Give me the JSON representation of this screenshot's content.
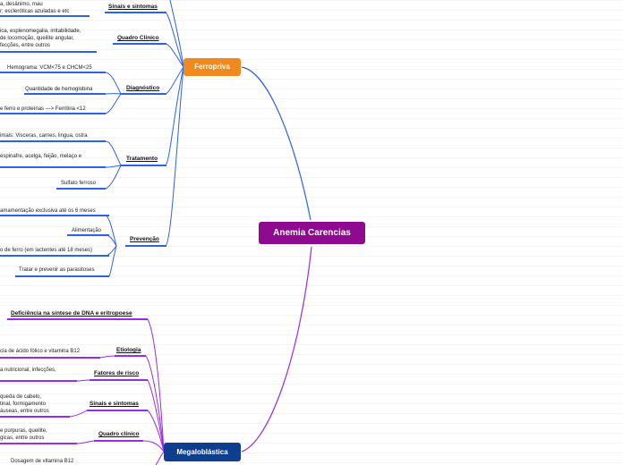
{
  "root": {
    "label": "Anemia Carencias"
  },
  "ferro": {
    "label": "Ferropriva",
    "color": "#f0891e",
    "sinais": {
      "label": "Sinais e sintomas",
      "lines": [
        "a, desânimo, mau",
        "r; escleróticas azuladas e etc"
      ]
    },
    "quadro": {
      "label": "Quadro Clínico",
      "lines": [
        "ica, esplenomegalia, irritabilidade,",
        "de locomoção, queilite angular,",
        "fecções, entre outros"
      ]
    },
    "diag": {
      "label": "Diagnóstico",
      "items": [
        "Hemograma: VCM<75 e CHCM<25",
        "Quantidade de hemoglobina",
        "e ferro e proteínas ---> Ferritina <12"
      ]
    },
    "trat": {
      "label": "Tratamento",
      "items": [
        "imais: Visceras, carnes, lingua, ostra",
        "espinafre, acelga, feijão, melaço e",
        "Sulfato ferroso"
      ]
    },
    "prev": {
      "label": "Prevenção",
      "items": [
        "amamentação exclusiva até os 6 meses",
        "Alimentação",
        "o de ferro (em lactentes até 18 meses)",
        "Tratar e prevenir as parasitoses"
      ]
    }
  },
  "mega": {
    "label": "Megaloblástica",
    "color": "#0e3f8f",
    "deficiencia": {
      "label": "Deficiência na síntese de DNA e eritropoese"
    },
    "etiologia": {
      "label": "Etiologia",
      "lines": [
        "cia de ácido fólico e vitamina B12"
      ]
    },
    "fatores": {
      "label": "Fatores de risco",
      "lines": [
        "a nutricional, infecções,"
      ]
    },
    "sinais": {
      "label": "Sinais e sintomas",
      "lines": [
        "queda de cabelo,",
        "tinal, formigamento",
        "áuseas, entre outros"
      ]
    },
    "quadro": {
      "label": "Quadro clínico",
      "lines": [
        "e púrpuras, queilite,",
        "gicas, entre outros"
      ]
    },
    "dosagem": {
      "lines": [
        "Dosagem de vitamina B12"
      ]
    }
  }
}
